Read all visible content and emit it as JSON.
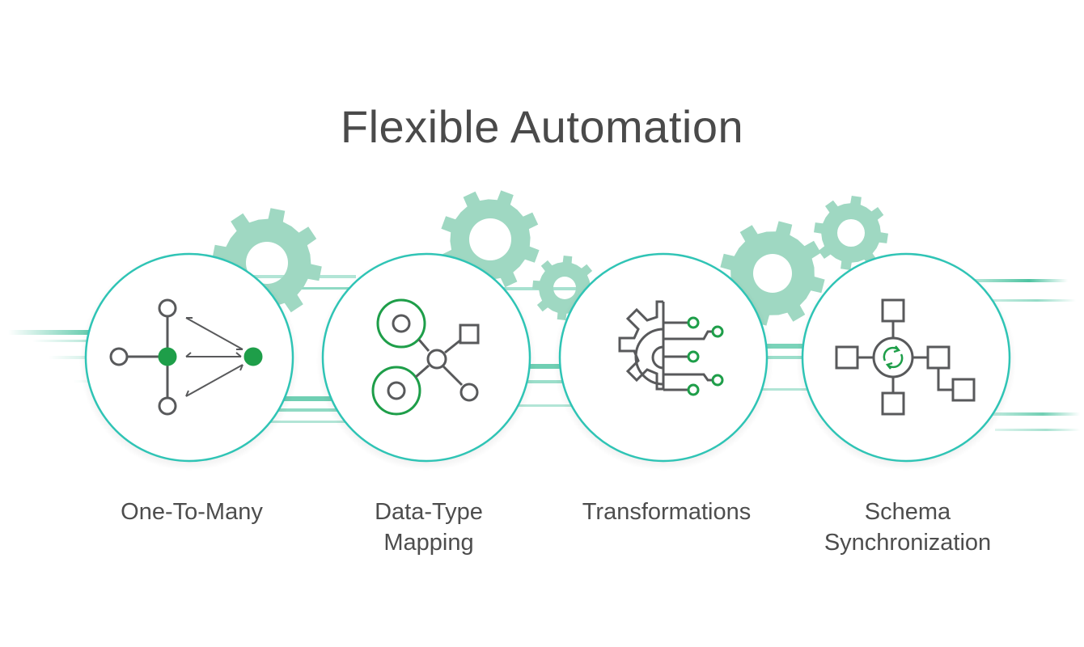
{
  "title": "Flexible Automation",
  "features": [
    {
      "lines": [
        "One-To-Many"
      ],
      "icon": "one-to-many-icon"
    },
    {
      "lines": [
        "Data-Type",
        "Mapping"
      ],
      "icon": "data-type-mapping-icon"
    },
    {
      "lines": [
        "Transformations"
      ],
      "icon": "transformations-icon"
    },
    {
      "lines": [
        "Schema",
        "Synchronization"
      ],
      "icon": "schema-synchronization-icon"
    }
  ],
  "colors": {
    "title": "#4a4a4a",
    "label": "#4d4d4d",
    "icon_gray": "#58595b",
    "icon_green": "#1e9e49",
    "circle_border": "#2fc4b5",
    "gear": "#9fd8c2",
    "streak": "#22b58a"
  }
}
